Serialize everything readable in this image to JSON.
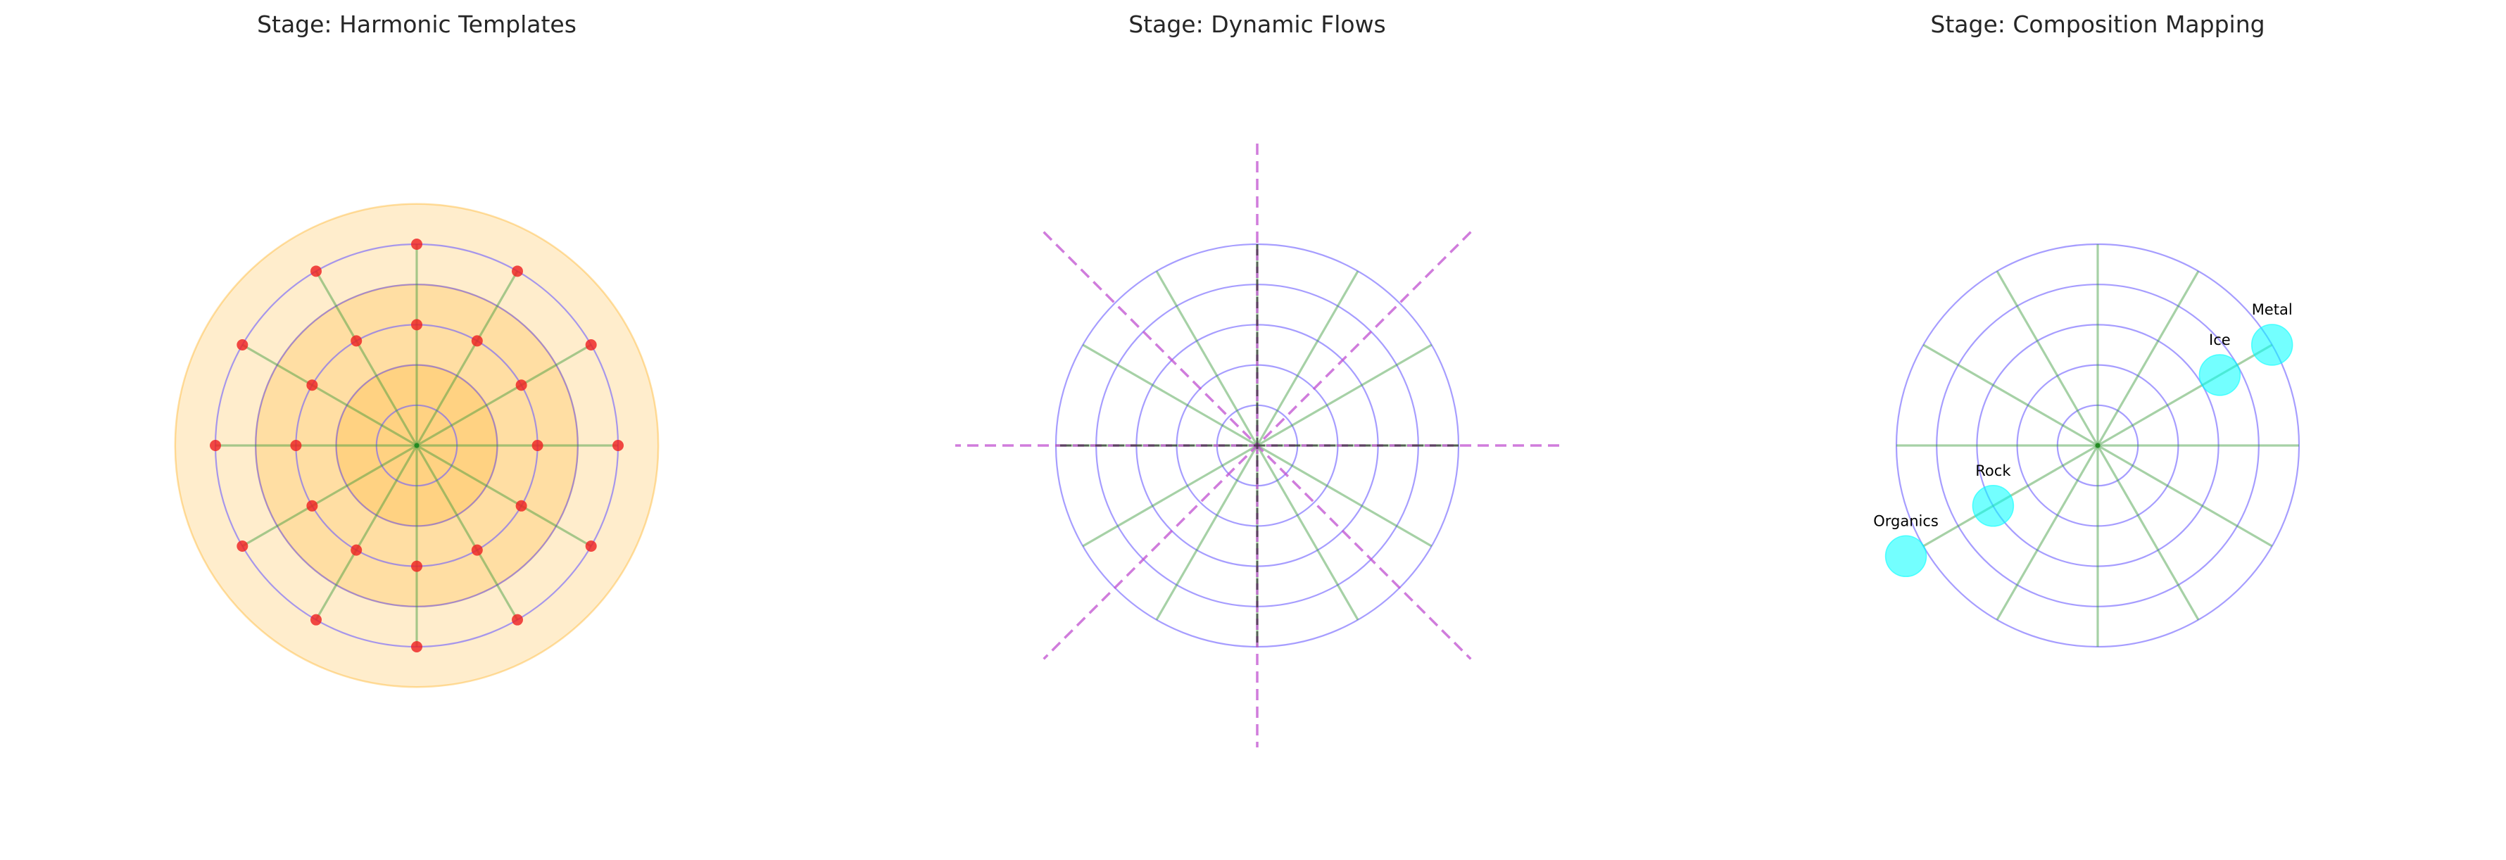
{
  "colors": {
    "ring": "#6a5cff",
    "spoke": "#3a9a3a",
    "band": "#ffa500",
    "node": "#ee2222",
    "flow": "#c050d0",
    "axis": "#333333",
    "composition": "#00ffff",
    "center": "#228b22"
  },
  "chart_data": [
    {
      "type": "scatter",
      "title": "Stage: Harmonic Templates",
      "coordinate_system": "polar",
      "grid": true,
      "ring_radii": [
        1,
        2,
        3,
        4,
        5
      ],
      "spoke_angles_deg": [
        0,
        30,
        60,
        90,
        120,
        150,
        180,
        210,
        240,
        270,
        300,
        330
      ],
      "shaded_bands": [
        {
          "radius": 2,
          "opacity": 0.2
        },
        {
          "radius": 4,
          "opacity": 0.2
        },
        {
          "radius": 6,
          "opacity": 0.2
        }
      ],
      "points": [
        {
          "r": 3,
          "theta_deg": 0
        },
        {
          "r": 3,
          "theta_deg": 30
        },
        {
          "r": 3,
          "theta_deg": 60
        },
        {
          "r": 3,
          "theta_deg": 90
        },
        {
          "r": 3,
          "theta_deg": 120
        },
        {
          "r": 3,
          "theta_deg": 150
        },
        {
          "r": 3,
          "theta_deg": 180
        },
        {
          "r": 3,
          "theta_deg": 210
        },
        {
          "r": 3,
          "theta_deg": 240
        },
        {
          "r": 3,
          "theta_deg": 270
        },
        {
          "r": 3,
          "theta_deg": 300
        },
        {
          "r": 3,
          "theta_deg": 330
        },
        {
          "r": 5,
          "theta_deg": 0
        },
        {
          "r": 5,
          "theta_deg": 30
        },
        {
          "r": 5,
          "theta_deg": 60
        },
        {
          "r": 5,
          "theta_deg": 90
        },
        {
          "r": 5,
          "theta_deg": 120
        },
        {
          "r": 5,
          "theta_deg": 150
        },
        {
          "r": 5,
          "theta_deg": 180
        },
        {
          "r": 5,
          "theta_deg": 210
        },
        {
          "r": 5,
          "theta_deg": 240
        },
        {
          "r": 5,
          "theta_deg": 270
        },
        {
          "r": 5,
          "theta_deg": 300
        },
        {
          "r": 5,
          "theta_deg": 330
        }
      ]
    },
    {
      "type": "line",
      "title": "Stage: Dynamic Flows",
      "coordinate_system": "polar",
      "grid": true,
      "ring_radii": [
        1,
        2,
        3,
        4,
        5
      ],
      "spoke_angles_deg": [
        0,
        30,
        60,
        90,
        120,
        150,
        180,
        210,
        240,
        270,
        300,
        330
      ],
      "flow_lines": [
        {
          "angle_deg": 0,
          "length": 7.5,
          "style": "dashed"
        },
        {
          "angle_deg": 45,
          "length": 7.5,
          "style": "dashed"
        },
        {
          "angle_deg": 90,
          "length": 7.5,
          "style": "dashed"
        },
        {
          "angle_deg": 135,
          "length": 7.5,
          "style": "dashed"
        }
      ],
      "axis_lines": [
        {
          "angle_deg": 0,
          "length": 5,
          "style": "dashed"
        },
        {
          "angle_deg": 90,
          "length": 5,
          "style": "dashed"
        }
      ]
    },
    {
      "type": "scatter",
      "title": "Stage: Composition Mapping",
      "coordinate_system": "polar",
      "grid": true,
      "ring_radii": [
        1,
        2,
        3,
        4,
        5
      ],
      "spoke_angles_deg": [
        0,
        30,
        60,
        90,
        120,
        150,
        180,
        210,
        240,
        270,
        300,
        330
      ],
      "points": [
        {
          "label": "Rock",
          "r": 3,
          "theta_deg": 210
        },
        {
          "label": "Ice",
          "r": 3.5,
          "theta_deg": 30
        },
        {
          "label": "Metal",
          "r": 5,
          "theta_deg": 30
        },
        {
          "label": "Organics",
          "r": 5.5,
          "theta_deg": 210
        }
      ]
    }
  ]
}
